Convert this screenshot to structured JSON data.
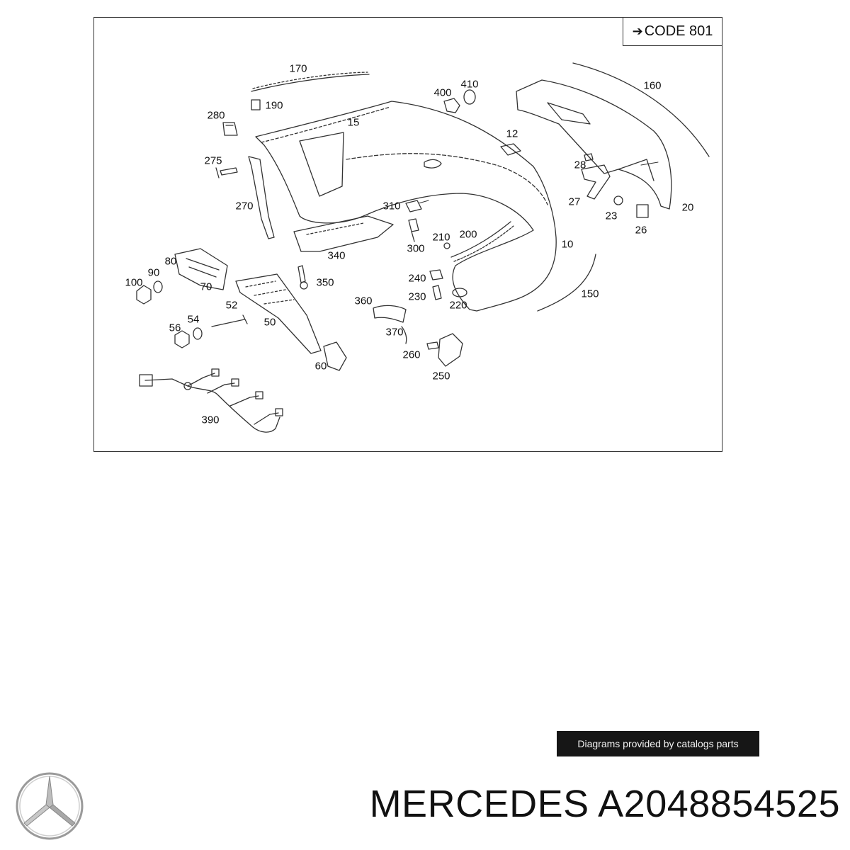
{
  "diagram": {
    "code_label": "CODE 801",
    "callouts": [
      {
        "id": "c170",
        "text": "170"
      },
      {
        "id": "c190",
        "text": "190"
      },
      {
        "id": "c280",
        "text": "280"
      },
      {
        "id": "c15",
        "text": "15"
      },
      {
        "id": "c400",
        "text": "400"
      },
      {
        "id": "c410",
        "text": "410"
      },
      {
        "id": "c160",
        "text": "160"
      },
      {
        "id": "c12",
        "text": "12"
      },
      {
        "id": "c275",
        "text": "275"
      },
      {
        "id": "c28",
        "text": "28"
      },
      {
        "id": "c270",
        "text": "270"
      },
      {
        "id": "c27",
        "text": "27"
      },
      {
        "id": "c310",
        "text": "310"
      },
      {
        "id": "c23",
        "text": "23"
      },
      {
        "id": "c20",
        "text": "20"
      },
      {
        "id": "c26",
        "text": "26"
      },
      {
        "id": "c210",
        "text": "210"
      },
      {
        "id": "c200",
        "text": "200"
      },
      {
        "id": "c300",
        "text": "300"
      },
      {
        "id": "c340",
        "text": "340"
      },
      {
        "id": "c10",
        "text": "10"
      },
      {
        "id": "c80",
        "text": "80"
      },
      {
        "id": "c90",
        "text": "90"
      },
      {
        "id": "c100",
        "text": "100"
      },
      {
        "id": "c70",
        "text": "70"
      },
      {
        "id": "c350",
        "text": "350"
      },
      {
        "id": "c240",
        "text": "240"
      },
      {
        "id": "c230",
        "text": "230"
      },
      {
        "id": "c220",
        "text": "220"
      },
      {
        "id": "c150",
        "text": "150"
      },
      {
        "id": "c52",
        "text": "52"
      },
      {
        "id": "c360",
        "text": "360"
      },
      {
        "id": "c54",
        "text": "54"
      },
      {
        "id": "c56",
        "text": "56"
      },
      {
        "id": "c50",
        "text": "50"
      },
      {
        "id": "c370",
        "text": "370"
      },
      {
        "id": "c260",
        "text": "260"
      },
      {
        "id": "c60",
        "text": "60"
      },
      {
        "id": "c250",
        "text": "250"
      },
      {
        "id": "c390",
        "text": "390"
      }
    ]
  },
  "credit_text": "Diagrams provided by catalogs parts",
  "footer": {
    "brand_logo_icon": "mercedes-star-icon",
    "title": "MERCEDES A2048854525"
  },
  "colors": {
    "line": "#333333",
    "credit_bg": "#161616",
    "credit_text": "#f2f2f2"
  }
}
